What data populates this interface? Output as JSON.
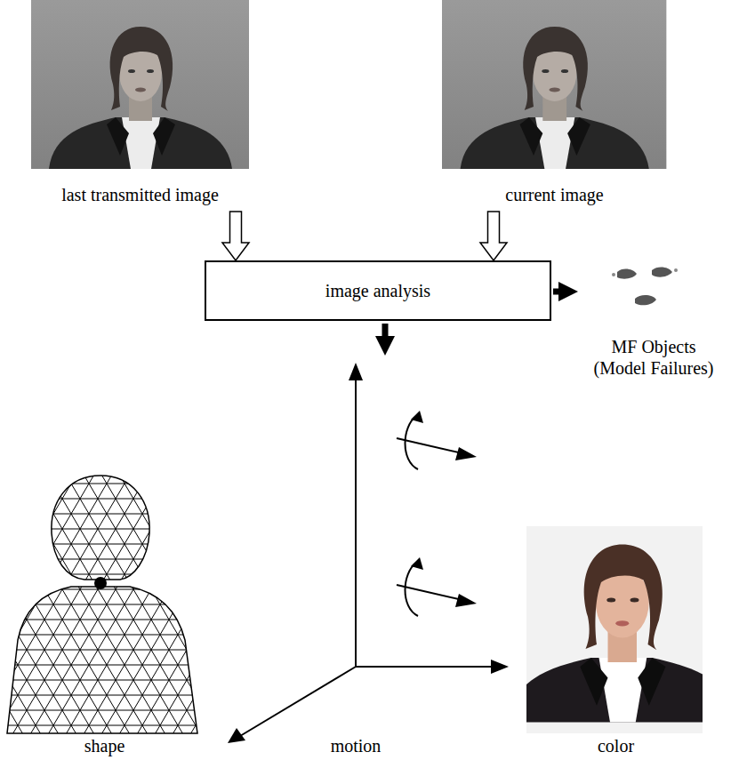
{
  "diagram": {
    "nodes": [
      {
        "text": [
          "last transmitted image"
        ]
      },
      {
        "text": [
          "current image"
        ]
      },
      {
        "text": [
          "image analysis"
        ]
      },
      {
        "text": [
          "MF Objects (Model Failures)"
        ]
      },
      {
        "text": [
          "shape"
        ]
      },
      {
        "text": [
          "motion"
        ]
      },
      {
        "text": [
          "color"
        ]
      }
    ],
    "edges": [
      {
        "from": 0,
        "to": 2,
        "arrow": "to"
      },
      {
        "from": 1,
        "to": 2,
        "arrow": "to"
      },
      {
        "from": 2,
        "to": 3,
        "arrow": "to"
      },
      {
        "from": 2,
        "to": 5,
        "arrow": "to"
      }
    ]
  }
}
